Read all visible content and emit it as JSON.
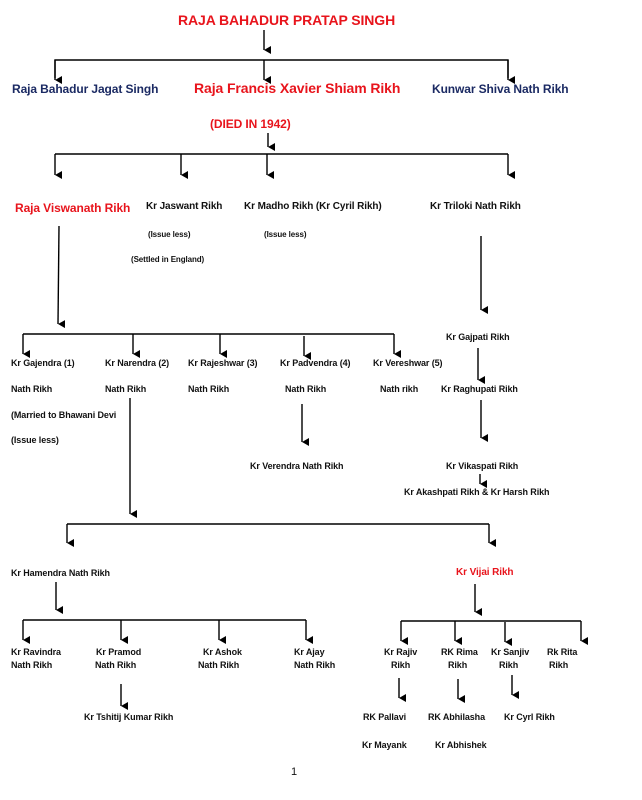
{
  "colors": {
    "highlight": "#e8141c",
    "secondary": "#1b2a63",
    "text": "#111111",
    "line": "#000000"
  },
  "root": {
    "name": "RAJA BAHADUR PRATAP SINGH"
  },
  "gen1": [
    {
      "name": "Raja Bahadur Jagat Singh"
    },
    {
      "name": "Raja Francis Xavier Shiam Rikh",
      "note": "(DIED IN   1942)"
    },
    {
      "name": "Kunwar Shiva Nath Rikh"
    }
  ],
  "gen2": [
    {
      "name": "Raja Viswanath Rikh"
    },
    {
      "name": "Kr Jaswant Rikh",
      "note1": "(Issue less)",
      "note2": "(Settled in England)"
    },
    {
      "name": "Kr Madho Rikh  (Kr Cyril Rikh)",
      "note1": "(Issue less)"
    },
    {
      "name": "Kr Triloki Nath Rikh"
    }
  ],
  "gen3": [
    {
      "line1": "Kr Gajendra (1)",
      "line2": "Nath Rikh",
      "note1": "(Married to Bhawani Devi",
      "note2": "(Issue less)"
    },
    {
      "line1": "Kr Narendra (2)",
      "line2": "Nath Rikh"
    },
    {
      "line1": "Kr Rajeshwar (3)",
      "line2": "Nath Rikh"
    },
    {
      "line1": "Kr Padvendra (4)",
      "line2": "Nath Rikh",
      "child": "Kr Verendra Nath Rikh"
    },
    {
      "line1": "Kr Vereshwar (5)",
      "line2": "Nath rikh"
    }
  ],
  "triloki_line": {
    "gen3": "Kr Gajpati Rikh",
    "gen4": "Kr Raghupati Rikh",
    "gen5": "Kr Vikaspati Rikh",
    "gen6": "Kr Akashpati Rikh  & Kr Harsh Rikh"
  },
  "gen4": [
    {
      "name": "Kr Hamendra Nath Rikh"
    },
    {
      "name": "Kr Vijai Rikh"
    }
  ],
  "gen5_hamendra": [
    {
      "line1": "Kr Ravindra",
      "line2": "Nath Rikh"
    },
    {
      "line1": "Kr Pramod",
      "line2": "Nath Rikh",
      "child": "Kr Tshitij Kumar Rikh"
    },
    {
      "line1": "Kr Ashok",
      "line2": "Nath Rikh"
    },
    {
      "line1": "Kr Ajay",
      "line2": "Nath Rikh"
    }
  ],
  "gen5_vijai": [
    {
      "line1": "Kr Rajiv",
      "line2": "Rikh",
      "child1": "RK Pallavi",
      "child2": "Kr Mayank"
    },
    {
      "line1": "RK Rima",
      "line2": "Rikh",
      "child1": "RK Abhilasha",
      "child2": "Kr Abhishek"
    },
    {
      "line1": "Kr Sanjiv",
      "line2": "Rikh",
      "child1": "Kr Cyrl Rikh"
    },
    {
      "line1": "Rk  Rita",
      "line2": "Rikh"
    }
  ],
  "page_number": "1"
}
